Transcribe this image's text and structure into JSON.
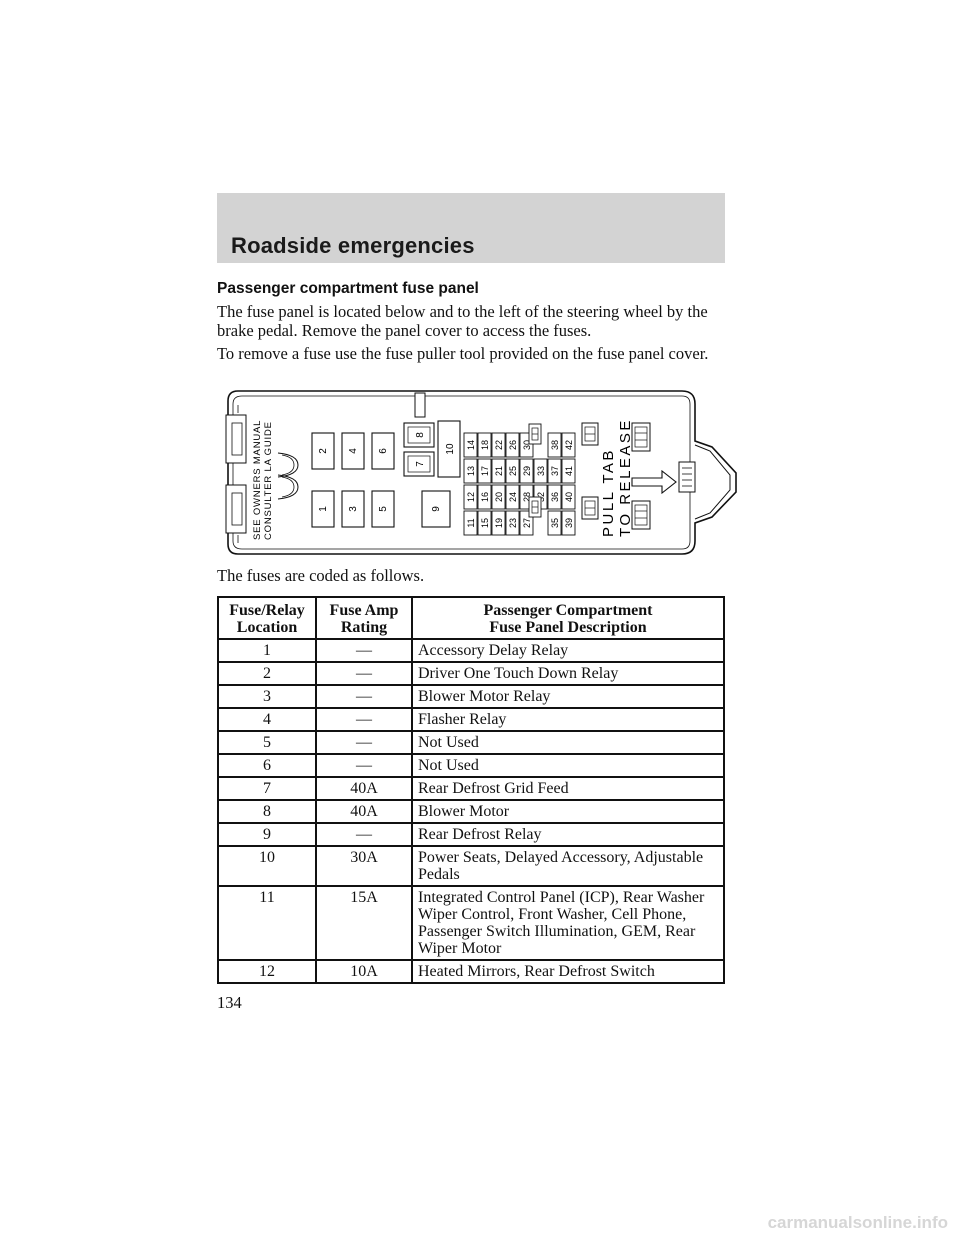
{
  "header": {
    "title": "Roadside emergencies"
  },
  "section": {
    "title": "Passenger compartment fuse panel",
    "paragraphs": [
      "The fuse panel is located below and to the left of the steering wheel by the brake pedal. Remove the panel cover to access the fuses.",
      "To remove a fuse use the fuse puller tool provided on the fuse panel cover.",
      "The fuses are coded as follows."
    ]
  },
  "diagram": {
    "side_text_1": "SEE OWNERS MANUAL",
    "side_text_2": "CONSULTER LA GUIDE",
    "pull_tab_1": "PULL TAB",
    "pull_tab_2": "TO RELEASE",
    "relays": [
      "1",
      "2",
      "3",
      "4",
      "5",
      "6",
      "7",
      "8",
      "9",
      "10"
    ],
    "fuse_columns": [
      [
        "11",
        "12",
        "13",
        "14"
      ],
      [
        "15",
        "16",
        "17",
        "18"
      ],
      [
        "19",
        "20",
        "21",
        "22"
      ],
      [
        "23",
        "24",
        "25",
        "26"
      ],
      [
        "27",
        "28",
        "29",
        "30"
      ],
      [
        "32",
        "33"
      ],
      [
        "35",
        "36",
        "37",
        "38"
      ],
      [
        "39",
        "40",
        "41",
        "42"
      ]
    ]
  },
  "table": {
    "headers": [
      "Fuse/Relay Location",
      "Fuse Amp Rating",
      "Passenger Compartment Fuse Panel Description"
    ],
    "header_lines": [
      [
        "Fuse/Relay",
        "Location"
      ],
      [
        "Fuse Amp",
        "Rating"
      ],
      [
        "Passenger Compartment",
        "Fuse Panel Description"
      ]
    ],
    "rows": [
      [
        "1",
        "—",
        "Accessory Delay Relay"
      ],
      [
        "2",
        "—",
        "Driver One Touch Down Relay"
      ],
      [
        "3",
        "—",
        "Blower Motor Relay"
      ],
      [
        "4",
        "—",
        "Flasher Relay"
      ],
      [
        "5",
        "—",
        "Not Used"
      ],
      [
        "6",
        "—",
        "Not Used"
      ],
      [
        "7",
        "40A",
        "Rear Defrost Grid Feed"
      ],
      [
        "8",
        "40A",
        "Blower Motor"
      ],
      [
        "9",
        "—",
        "Rear Defrost Relay"
      ],
      [
        "10",
        "30A",
        "Power Seats, Delayed Accessory, Adjustable Pedals"
      ],
      [
        "11",
        "15A",
        "Integrated Control Panel (ICP), Rear Washer Wiper Control, Front Washer, Cell Phone, Passenger Switch Illumination, GEM, Rear Wiper Motor"
      ],
      [
        "12",
        "10A",
        "Heated Mirrors, Rear Defrost Switch"
      ]
    ]
  },
  "page_number": "134",
  "watermark": "carmanualsonline.info"
}
